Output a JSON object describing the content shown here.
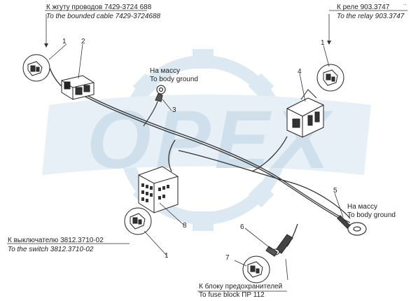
{
  "watermark": {
    "text": "OPEX",
    "color": "#cfe0ec"
  },
  "labels": {
    "cable_ru": "К жгуту проводов 7429-3724 688",
    "cable_en": "To the bounded cable 7429-3724688",
    "relay_ru": "К реле 903.3747",
    "relay_en": "To the relay 903.3747",
    "ground_top_ru": "На массу",
    "ground_top_en": "To body ground",
    "ground_right_ru": "На массу",
    "ground_right_en": "To body ground",
    "switch_ru": "К выключателю 3812.3710-02",
    "switch_en": "To the switch 3812.3710-02",
    "fuse_ru": "К блоку предохранителей",
    "fuse_en": "To fuse block ПР 112"
  },
  "callouts": {
    "c1_left": "1",
    "c2": "2",
    "c3": "3",
    "c4": "4",
    "c1_right": "1",
    "c5": "5",
    "c6": "6",
    "c7": "7",
    "c8": "8",
    "c1_bottom": "1"
  },
  "corner_mark": "→"
}
